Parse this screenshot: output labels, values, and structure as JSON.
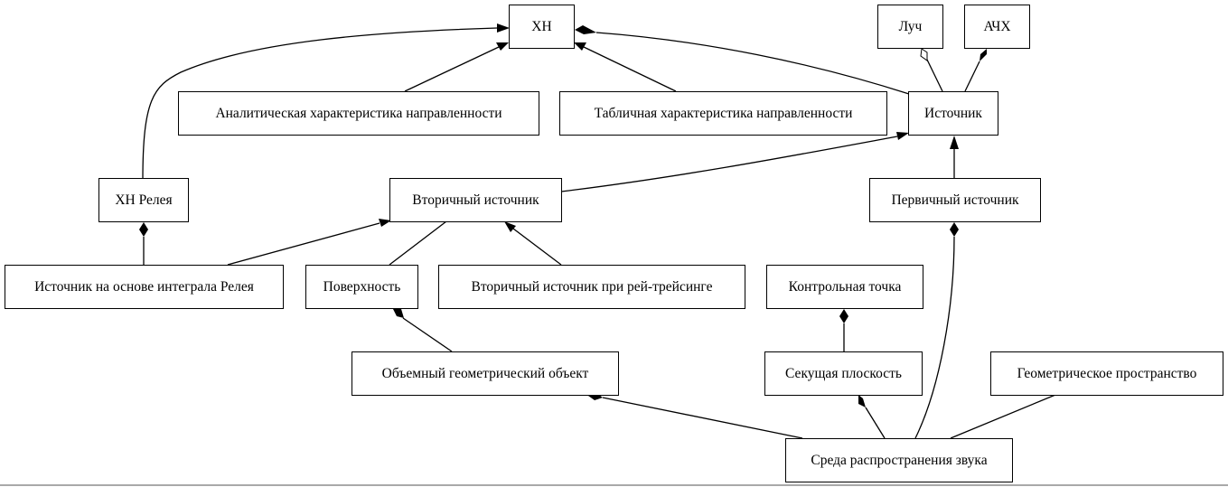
{
  "diagram": {
    "type": "uml-class-diagram",
    "nodes": {
      "xn": "ХН",
      "ray": "Луч",
      "afc": "АЧХ",
      "analytic_dir": "Аналитическая характеристика направленности",
      "table_dir": "Табличная характеристика направленности",
      "source": "Источник",
      "xn_rayleigh": "ХН Релея",
      "secondary_source": "Вторичный источник",
      "primary_source": "Первичный источник",
      "rayleigh_integral_source": "Источник на основе интеграла Релея",
      "surface": "Поверхность",
      "raytracing_secondary": "Вторичный источник при рей-трейсинге",
      "control_point": "Контрольная точка",
      "volume_object": "Объемный геометрический объект",
      "cutting_plane": "Секущая плоскость",
      "geometric_space": "Геометрическое пространство",
      "sound_medium": "Среда распространения звука"
    },
    "edges": [
      {
        "from": "xn_rayleigh",
        "to": "xn",
        "kind": "generalization"
      },
      {
        "from": "analytic_dir",
        "to": "xn",
        "kind": "generalization"
      },
      {
        "from": "table_dir",
        "to": "xn",
        "kind": "generalization"
      },
      {
        "from": "source",
        "to": "xn",
        "kind": "composition"
      },
      {
        "from": "source",
        "to": "ray",
        "kind": "aggregation"
      },
      {
        "from": "source",
        "to": "afc",
        "kind": "composition"
      },
      {
        "from": "secondary_source",
        "to": "source",
        "kind": "generalization"
      },
      {
        "from": "primary_source",
        "to": "source",
        "kind": "generalization"
      },
      {
        "from": "rayleigh_integral_source",
        "to": "xn_rayleigh",
        "kind": "composition"
      },
      {
        "from": "rayleigh_integral_source",
        "to": "secondary_source",
        "kind": "generalization"
      },
      {
        "from": "surface",
        "to": "secondary_source",
        "kind": "association"
      },
      {
        "from": "raytracing_secondary",
        "to": "secondary_source",
        "kind": "generalization"
      },
      {
        "from": "volume_object",
        "to": "surface",
        "kind": "composition"
      },
      {
        "from": "cutting_plane",
        "to": "control_point",
        "kind": "composition"
      },
      {
        "from": "sound_medium",
        "to": "volume_object",
        "kind": "composition"
      },
      {
        "from": "sound_medium",
        "to": "cutting_plane",
        "kind": "composition"
      },
      {
        "from": "sound_medium",
        "to": "primary_source",
        "kind": "composition"
      },
      {
        "from": "sound_medium",
        "to": "geometric_space",
        "kind": "association"
      }
    ]
  }
}
